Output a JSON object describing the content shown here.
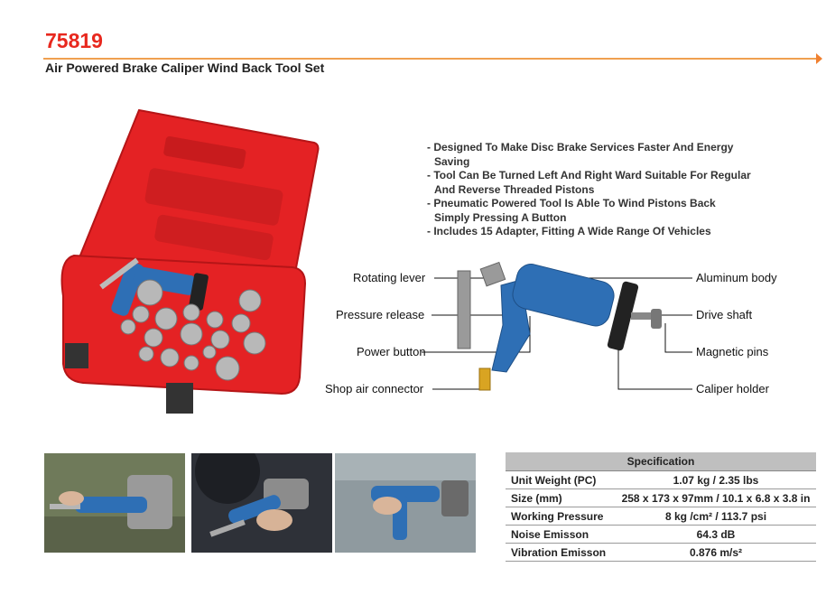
{
  "header": {
    "model": "75819",
    "product_name": "Air Powered Brake Caliper Wind Back Tool Set"
  },
  "features": [
    "- Designed To Make Disc Brake Services Faster And Energy Saving",
    "- Tool Can Be Turned Left And Right Ward Suitable For Regular And Reverse Threaded Pistons",
    "- Pneumatic Powered Tool Is Able To Wind Pistons Back Simply Pressing A Button",
    "- Includes 15 Adapter, Fitting A Wide Range Of Vehicles"
  ],
  "diagram_labels": {
    "rotating_lever": "Rotating lever",
    "pressure_release": "Pressure release",
    "power_button": "Power button",
    "shop_air_connector": "Shop air connector",
    "aluminum_body": "Aluminum body",
    "drive_shaft": "Drive shaft",
    "magnetic_pins": "Magnetic pins",
    "caliper_holder": "Caliper holder"
  },
  "specification": {
    "heading": "Specification",
    "rows": [
      {
        "key": "Unit Weight (PC)",
        "value": "1.07 kg / 2.35 lbs"
      },
      {
        "key": "Size (mm)",
        "value": "258 x 173 x 97mm / 10.1 x 6.8 x 3.8 in"
      },
      {
        "key": "Working Pressure",
        "value": "8 kg /cm² / 113.7 psi"
      },
      {
        "key": "Noise Emisson",
        "value": "64.3 dB"
      },
      {
        "key": "Vibration Emisson",
        "value": "0.876 m/s²"
      }
    ]
  },
  "colors": {
    "title_red": "#e8281e",
    "case_red": "#e42224",
    "tool_blue": "#2e6fb5",
    "rule_orange": "#f0a050",
    "spec_header_gray": "#bfbfbf"
  }
}
